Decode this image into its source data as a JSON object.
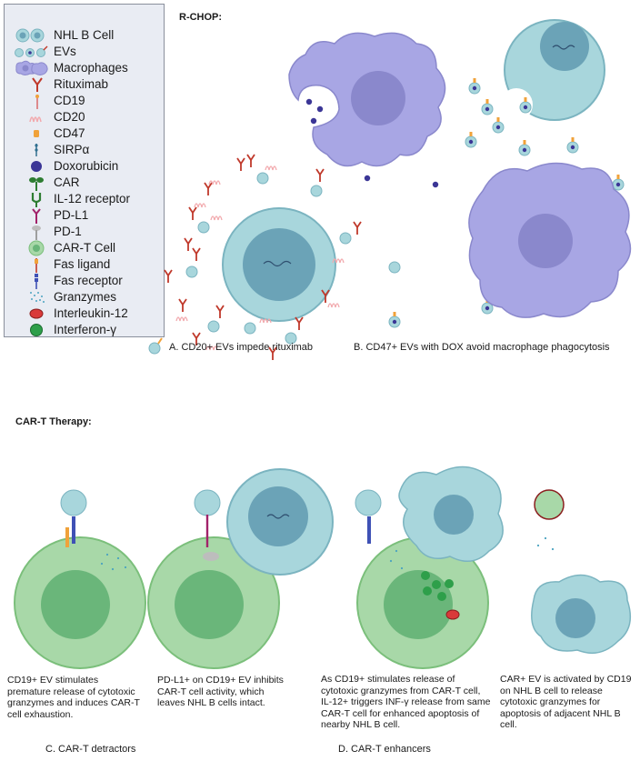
{
  "legend": {
    "items": [
      {
        "icon": "nhl-b-cell-icon",
        "label": "NHL B Cell"
      },
      {
        "icon": "ev-icon",
        "label": "EVs"
      },
      {
        "icon": "macrophage-icon",
        "label": "Macrophages"
      },
      {
        "icon": "rituximab-icon",
        "label": "Rituximab"
      },
      {
        "icon": "cd19-icon",
        "label": "CD19"
      },
      {
        "icon": "cd20-icon",
        "label": "CD20"
      },
      {
        "icon": "cd47-icon",
        "label": "CD47"
      },
      {
        "icon": "sirpa-icon",
        "label": "SIRPα"
      },
      {
        "icon": "doxorubicin-icon",
        "label": "Doxorubicin"
      },
      {
        "icon": "car-icon",
        "label": "CAR"
      },
      {
        "icon": "il12-receptor-icon",
        "label": "IL-12 receptor"
      },
      {
        "icon": "pd-l1-icon",
        "label": "PD-L1"
      },
      {
        "icon": "pd-1-icon",
        "label": "PD-1"
      },
      {
        "icon": "car-t-cell-icon",
        "label": "CAR-T Cell"
      },
      {
        "icon": "fas-ligand-icon",
        "label": "Fas ligand"
      },
      {
        "icon": "fas-receptor-icon",
        "label": "Fas receptor"
      },
      {
        "icon": "granzymes-icon",
        "label": "Granzymes"
      },
      {
        "icon": "interleukin-12-icon",
        "label": "Interleukin-12"
      },
      {
        "icon": "interferon-gamma-icon",
        "label": "Interferon-γ"
      }
    ]
  },
  "rchop": {
    "title": "R-CHOP:",
    "caption_a": "A. CD20+ EVs impede rituximab",
    "caption_b": "B. CD47+ EVs with DOX avoid macrophage phagocytosis"
  },
  "cart": {
    "title": "CAR-T Therapy:",
    "desc_1": "CD19+ EV stimulates premature release of cytotoxic granzymes and induces CAR-T cell exhaustion.",
    "desc_2": "PD-L1+ on CD19+ EV inhibits CAR-T cell activity, which leaves NHL B cells intact.",
    "desc_3": "As CD19+ stimulates release of cytotoxic granzymes from CAR-T cell, IL-12+ triggers INF-γ release from same CAR-T cell for enhanced apoptosis of nearby NHL B cell.",
    "desc_4": "CAR+ EV is activated by CD19 on NHL B cell to release cytotoxic granzymes for apoptosis of adjacent NHL B cell.",
    "caption_c": "C. CAR-T detractors",
    "caption_d": "D. CAR-T enhancers"
  },
  "colors": {
    "b_cell": "#a8d6dc",
    "b_nucleus": "#6ba3b7",
    "macrophage": "#a8a6e4",
    "mac_nucleus": "#8a88cc",
    "car_t": "#a8d8a8",
    "car_t_nucleus": "#6ab67a",
    "dox": "#3b3696",
    "rituximab": "#c0392b",
    "cd20": "#f2a9ad",
    "cd47": "#f0a23a",
    "legend_border": "#8a8f9c",
    "legend_bg": "#e9ecf3"
  }
}
